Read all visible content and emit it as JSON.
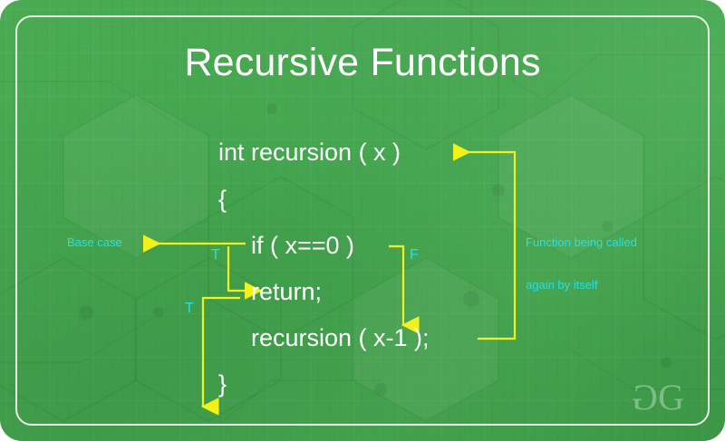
{
  "title": "Recursive Functions",
  "theme": {
    "background_green": "#46a852",
    "frame_white": "#ffffff",
    "code_text": "#ffffff",
    "annotation_cyan": "#27e0e6",
    "arrow_yellow": "#f2f21a"
  },
  "code": {
    "signature": "int recursion ( x )",
    "open_brace": "{",
    "if_statement": "if ( x==0 )",
    "return_statement": "return;",
    "recursive_call": "recursion ( x-1 );",
    "close_brace": "}"
  },
  "annotations": {
    "base_case": "Base case",
    "loop_note_line1": "Function being called",
    "loop_note_line2": "again by itself",
    "branch_true_if": "T",
    "branch_true_return": "T",
    "branch_false_if": "F"
  },
  "watermark": {
    "left_glyph": "G",
    "right_glyph": "G"
  }
}
